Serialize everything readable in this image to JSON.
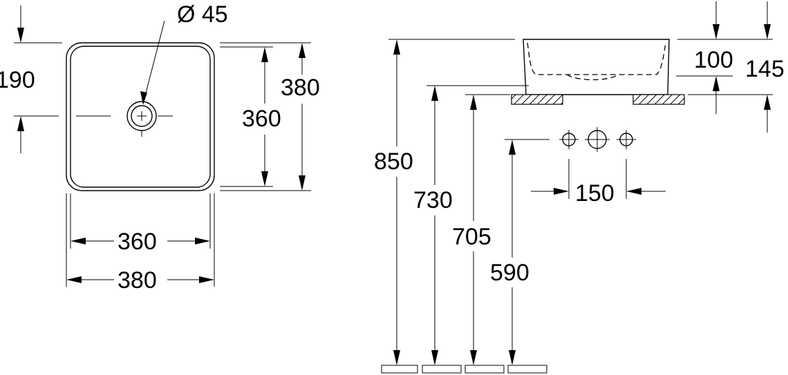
{
  "diagram": {
    "top_view": {
      "drain_diameter": "Ø 45",
      "offset_left": "190",
      "inner_height": "360",
      "outer_height": "380",
      "inner_width": "360",
      "outer_width": "380"
    },
    "side_view": {
      "basin_depth": "100",
      "total_height": "145",
      "rim_height": "850",
      "counter_730": "730",
      "counter_705": "705",
      "tap_height": "590",
      "tap_spacing": "150"
    }
  }
}
